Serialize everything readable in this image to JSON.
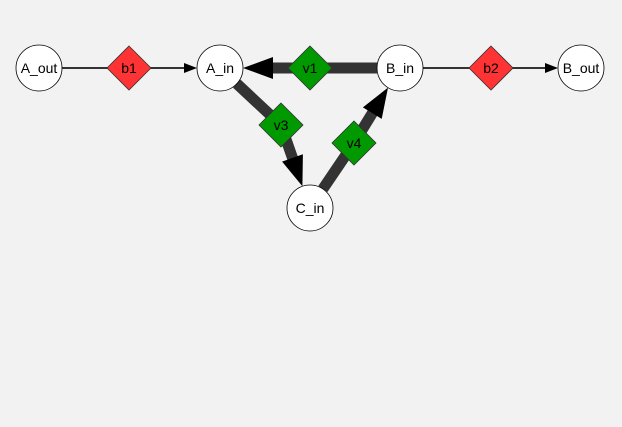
{
  "colors": {
    "background": "#f2f2f2",
    "species_fill": "#ffffff",
    "species_stroke": "#000000",
    "boundary_reaction_fill": "#ff3333",
    "internal_reaction_fill": "#009900",
    "edge_color": "#333333",
    "arrowhead_color": "#000000"
  },
  "species": [
    {
      "id": "A_out",
      "label": "A_out"
    },
    {
      "id": "A_in",
      "label": "A_in"
    },
    {
      "id": "B_in",
      "label": "B_in"
    },
    {
      "id": "B_out",
      "label": "B_out"
    },
    {
      "id": "C_in",
      "label": "C_in"
    }
  ],
  "reactions": [
    {
      "id": "b1",
      "label": "b1",
      "kind": "boundary",
      "from": "A_out",
      "to": "A_in",
      "flux": 1
    },
    {
      "id": "b2",
      "label": "b2",
      "kind": "boundary",
      "from": "B_in",
      "to": "B_out",
      "flux": 1
    },
    {
      "id": "v1",
      "label": "v1",
      "kind": "internal",
      "from": "B_in",
      "to": "A_in",
      "flux": 5
    },
    {
      "id": "v3",
      "label": "v3",
      "kind": "internal",
      "from": "A_in",
      "to": "C_in",
      "flux": 5
    },
    {
      "id": "v4",
      "label": "v4",
      "kind": "internal",
      "from": "C_in",
      "to": "B_in",
      "flux": 5
    }
  ]
}
